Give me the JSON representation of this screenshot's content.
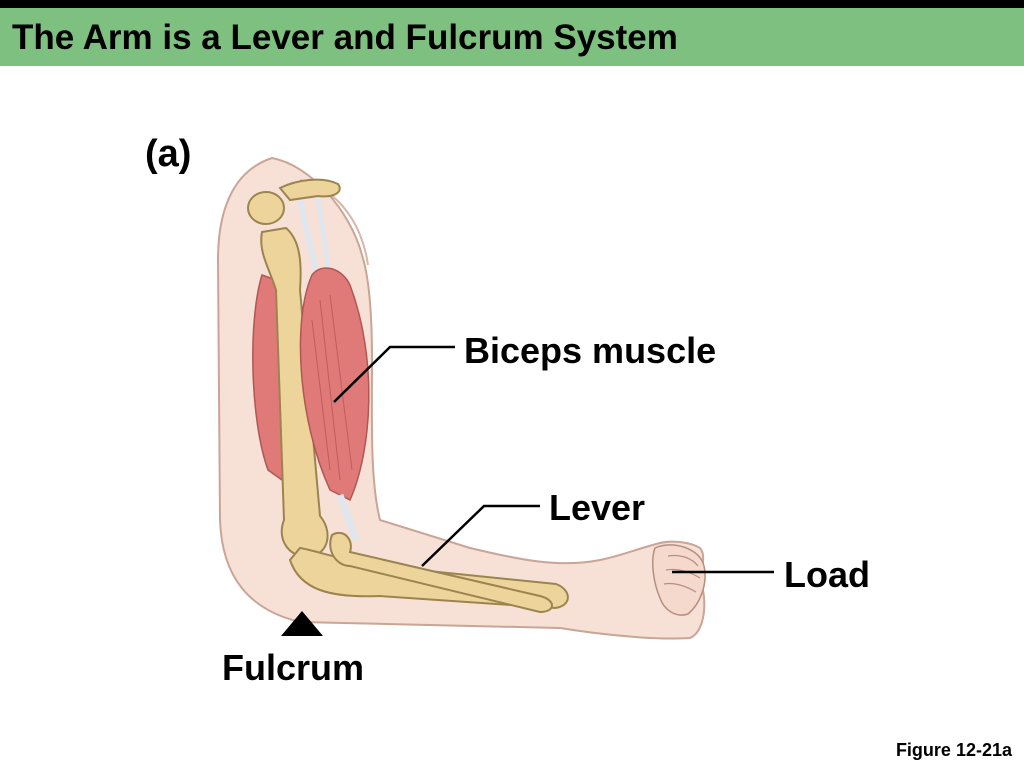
{
  "slide": {
    "title": "The Arm is a Lever and Fulcrum System",
    "panel_letter": "(a)",
    "figure_ref": "Figure 12-21a"
  },
  "labels": {
    "biceps": "Biceps muscle",
    "lever": "Lever",
    "load": "Load",
    "fulcrum": "Fulcrum"
  },
  "colors": {
    "title_bar": "#7dc07f",
    "skin": "#f7e1d6",
    "skin_outline": "#c9a597",
    "muscle": "#e07a78",
    "bone": "#ecd49a",
    "bone_outline": "#9b8450",
    "tendon": "#e6ecf2"
  }
}
